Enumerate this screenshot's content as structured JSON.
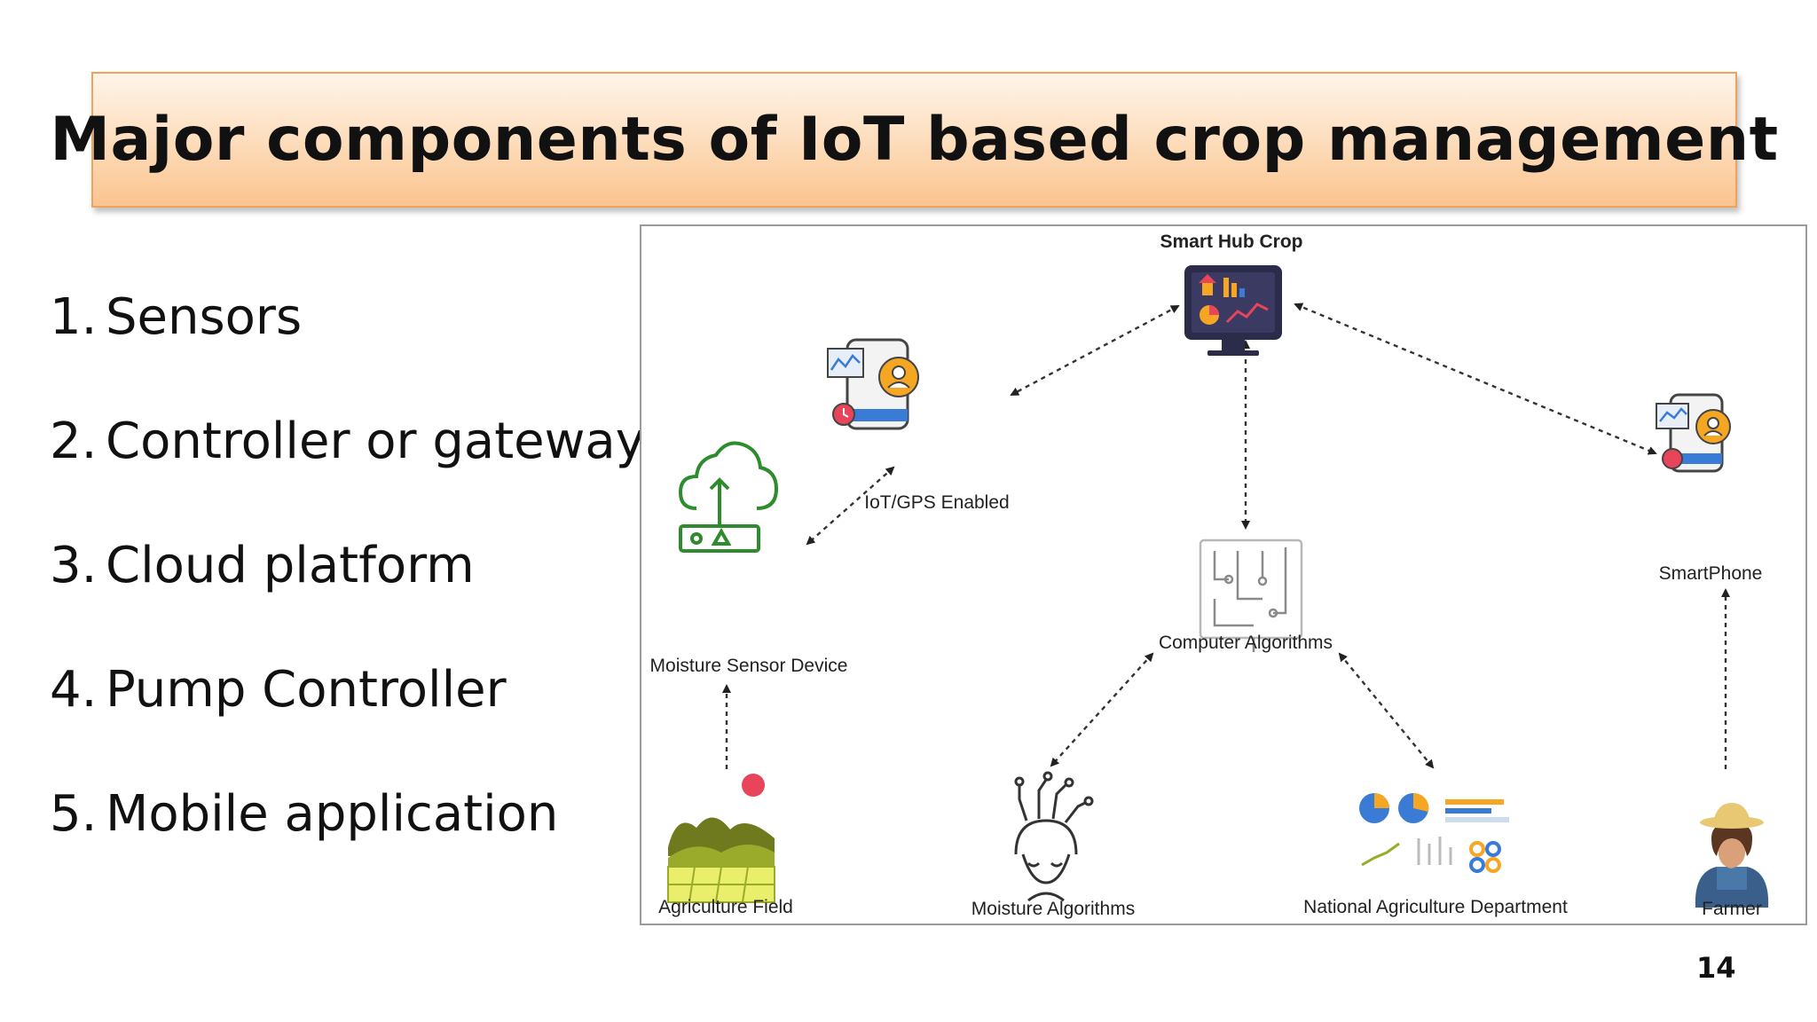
{
  "slide": {
    "title": "Major components of IoT based crop management",
    "page_number": "14"
  },
  "components": [
    {
      "number": "1.",
      "label": "Sensors"
    },
    {
      "number": "2.",
      "label": "Controller or gateway"
    },
    {
      "number": "3.",
      "label": "Cloud platform"
    },
    {
      "number": "4.",
      "label": "Pump Controller"
    },
    {
      "number": "5.",
      "label": "Mobile application"
    }
  ],
  "diagram": {
    "nodes": {
      "smart_hub": "Smart Hub Crop",
      "iot_gps": "IoT/GPS Enabled",
      "moisture_sensor": "Moisture Sensor Device",
      "computer_algorithms": "Computer Algorithms",
      "smartphone": "SmartPhone",
      "agriculture_field": "Agriculture Field",
      "moisture_algorithms": "Moisture Algorithms",
      "national_agriculture": "National Agriculture Department",
      "farmer": "Farmer"
    },
    "colors": {
      "sensor_green": "#2e8b2e",
      "hub_dark": "#2b2b4a",
      "alert_red": "#e8445a",
      "pin_orange": "#f5a623",
      "field_olive": "#9aaa2a",
      "chart_blue": "#3a7bd5"
    }
  }
}
